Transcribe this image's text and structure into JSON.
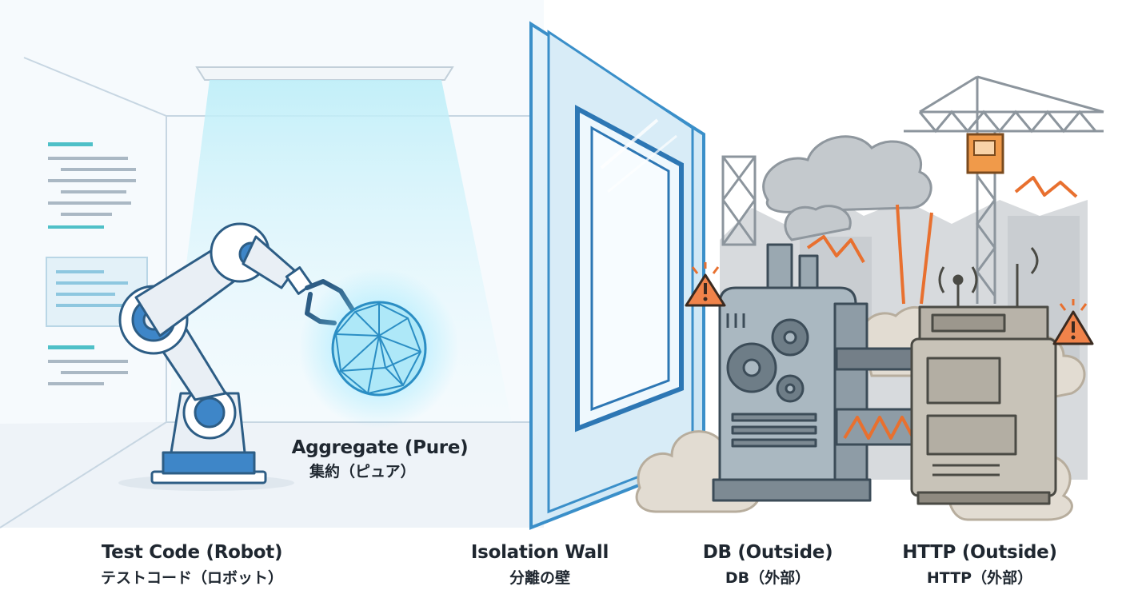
{
  "labels": {
    "test_code": {
      "en": "Test Code (Robot)",
      "ja": "テストコード（ロボット）"
    },
    "aggregate": {
      "en": "Aggregate (Pure)",
      "ja": "集約（ピュア）"
    },
    "isolation_wall": {
      "en": "Isolation Wall",
      "ja": "分離の壁"
    },
    "db": {
      "en": "DB (Outside)",
      "ja": "DB（外部）"
    },
    "http": {
      "en": "HTTP (Outside)",
      "ja": "HTTP（外部）"
    }
  },
  "icons": [
    "robot-arm-icon",
    "crystal-sphere-icon",
    "glass-wall-icon",
    "db-machine-icon",
    "http-machine-icon",
    "warning-icon",
    "crane-icon",
    "smoke-cloud-icon",
    "gear-icon"
  ],
  "colors": {
    "clean_blue": "#4aa8d8",
    "glow": "#5fd3f0",
    "wall_blue": "#3a8fc9",
    "machine_grey": "#8fa1ab",
    "warning_orange": "#f0834a",
    "text": "#1f2730"
  }
}
